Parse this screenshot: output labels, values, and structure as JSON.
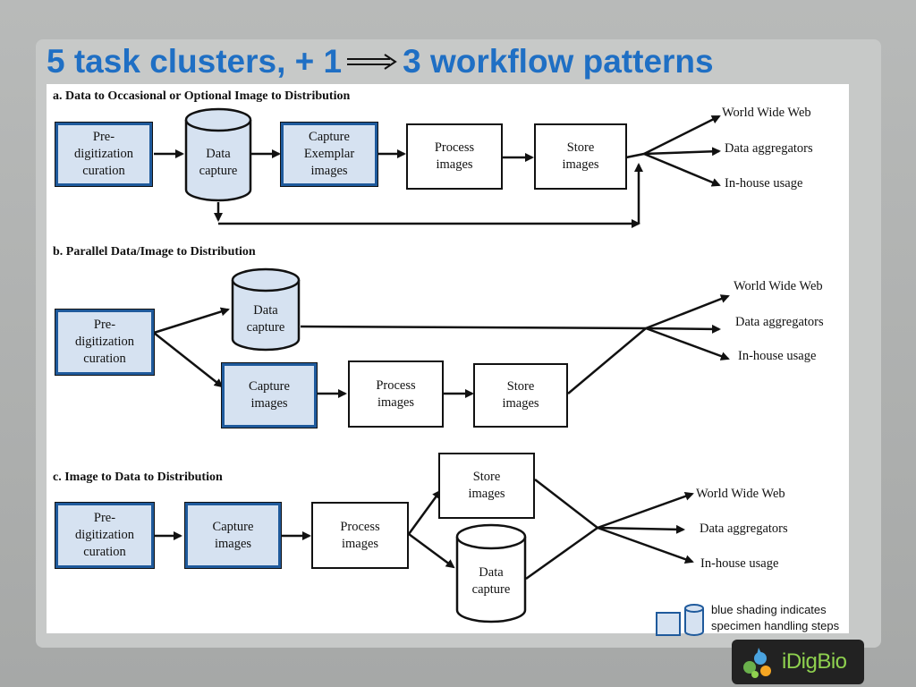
{
  "slide": {
    "title_left": "5 task clusters, + 1",
    "title_right": "3 workflow patterns"
  },
  "sections": {
    "a": {
      "label": "a. Data to Occasional or Optional Image to Distribution",
      "pre": "Pre-\ndigitization\ncuration",
      "data": "Data\ncapture",
      "capture": "Capture\nExemplar\nimages",
      "process": "Process\nimages",
      "store": "Store\nimages",
      "dest_web": "World Wide Web",
      "dest_agg": "Data aggregators",
      "dest_house": "In-house usage"
    },
    "b": {
      "label": "b. Parallel Data/Image to Distribution",
      "pre": "Pre-\ndigitization\ncuration",
      "data": "Data\ncapture",
      "capture": "Capture\nimages",
      "process": "Process\nimages",
      "store": "Store\nimages",
      "dest_web": "World Wide Web",
      "dest_agg": "Data aggregators",
      "dest_house": "In-house usage"
    },
    "c": {
      "label": "c. Image to Data to Distribution",
      "pre": "Pre-\ndigitization\ncuration",
      "capture": "Capture\nimages",
      "process": "Process\nimages",
      "store": "Store\nimages",
      "data": "Data\ncapture",
      "dest_web": "World Wide Web",
      "dest_agg": "Data aggregators",
      "dest_house": "In-house usage"
    }
  },
  "legend": {
    "text": "blue shading indicates\nspecimen handling steps"
  },
  "logo": {
    "text": "iDigBio"
  },
  "colors": {
    "title": "#1f6fc4",
    "specimen_fill": "#d6e2f1",
    "specimen_border": "#1f5a9c",
    "logo_green": "#8fd14f"
  }
}
